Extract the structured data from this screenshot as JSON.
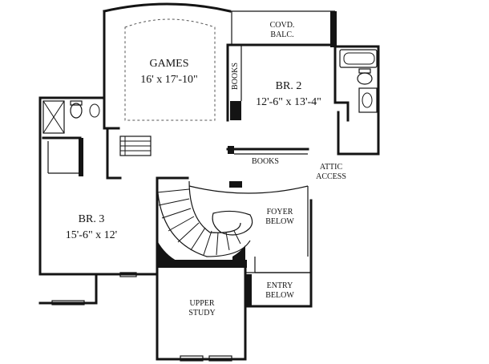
{
  "rooms": {
    "games": {
      "name": "GAMES",
      "dims": "16' x 17'-10\""
    },
    "br2": {
      "name": "BR. 2",
      "dims": "12'-6\" x 13'-4\""
    },
    "br3": {
      "name": "BR. 3",
      "dims": "15'-6\" x 12'"
    },
    "covd_balc": {
      "line1": "COVD.",
      "line2": "BALC."
    },
    "books_vertical": "BOOKS",
    "books_horizontal": "BOOKS",
    "attic_access": {
      "line1": "ATTIC",
      "line2": "ACCESS"
    },
    "foyer_below": {
      "line1": "FOYER",
      "line2": "BELOW"
    },
    "entry_below": {
      "line1": "ENTRY",
      "line2": "BELOW"
    },
    "upper_study": {
      "line1": "UPPER",
      "line2": "STUDY"
    }
  }
}
